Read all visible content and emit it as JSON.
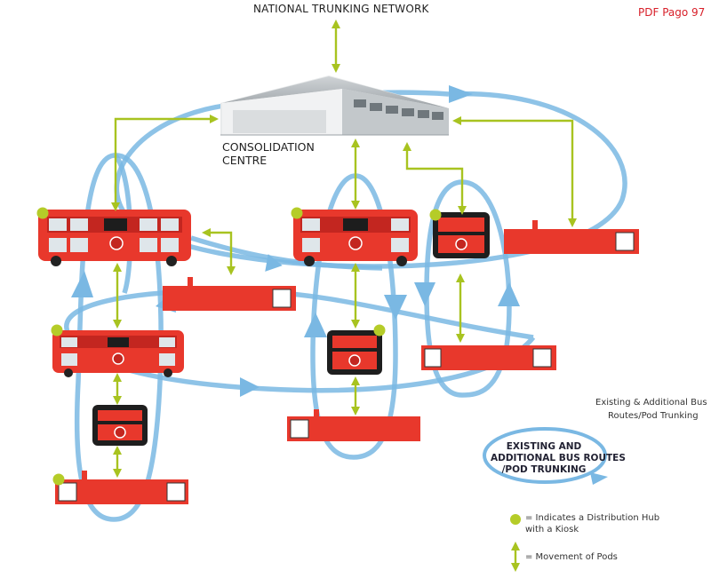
{
  "title": "NATIONAL TRUNKING NETWORK",
  "page_label": "PDF Pago 97",
  "consolidation_centre": {
    "line1": "CONSOLIDATION",
    "line2": "CENTRE"
  },
  "legend": {
    "routes_caption_1": "Existing & Additional Bus",
    "routes_caption_2": "Routes/Pod Trunking",
    "oval_line1": "EXISTING AND",
    "oval_line2": "ADDITIONAL BUS ROUTES",
    "oval_line3": "/POD TRUNKING",
    "hub_line1": "= Indicates a Distribution Hub",
    "hub_line2": "with a Kiosk",
    "movement": "= Movement of Pods"
  },
  "colors": {
    "route_blue": "#7ab8e3",
    "pod_arrow_green": "#a8c320",
    "hub_dot": "#b5cc28",
    "vehicle_red": "#e8382c",
    "page_label_red": "#d8202a"
  },
  "icons": [
    "warehouse-icon",
    "bus-icon",
    "pod-trailer-icon",
    "hub-dot-icon",
    "double-arrow-icon",
    "route-oval-icon"
  ]
}
